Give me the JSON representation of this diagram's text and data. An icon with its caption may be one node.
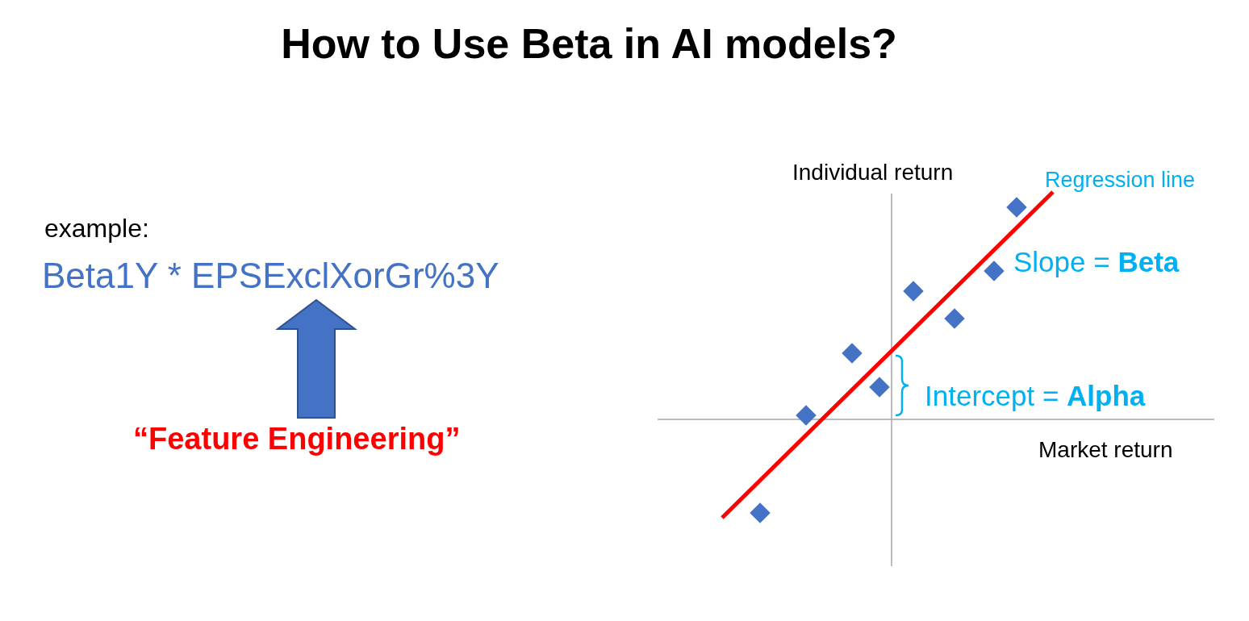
{
  "diagram": {
    "title": "How to Use Beta in AI models?",
    "nodes": [
      {
        "text": [
          "Beta1Y * EPSExclXorGr%3Y"
        ]
      },
      {
        "text": [
          "“Feature Engineering”"
        ]
      }
    ],
    "edges": [
      {
        "from": 1,
        "to": 0,
        "arrow": "to"
      }
    ],
    "labels": [
      "example:",
      "Individual return",
      "Regression line",
      "Slope = **Beta**",
      "Intercept = **Alpha**",
      "Market return"
    ]
  }
}
